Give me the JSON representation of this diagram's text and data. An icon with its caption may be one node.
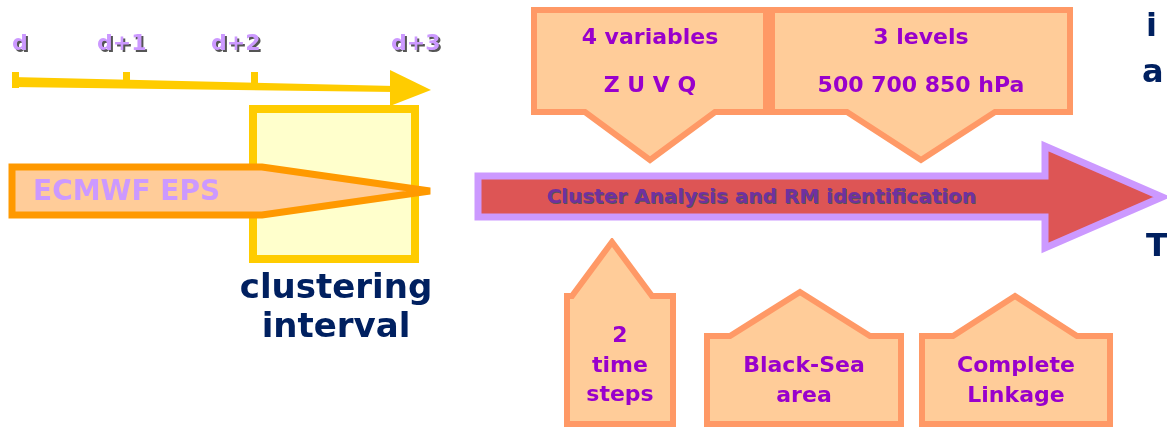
{
  "diagram": {
    "nodes": [
      {
        "text": [
          "ECMWF EPS"
        ]
      },
      {
        "text": [
          "clustering interval"
        ]
      },
      {
        "text": [
          "Cluster Analysis and RM identification"
        ]
      },
      {
        "text": [
          "4 variables",
          "Z U V Q"
        ]
      },
      {
        "text": [
          "3 levels",
          "500 700 850 hPa"
        ]
      },
      {
        "text": [
          "2 time steps"
        ]
      },
      {
        "text": [
          "Black-Sea area"
        ]
      },
      {
        "text": [
          "Complete Linkage"
        ]
      }
    ],
    "labels": [
      "d",
      "d+1",
      "d+2",
      "d+3",
      "i",
      "a",
      "T"
    ]
  }
}
